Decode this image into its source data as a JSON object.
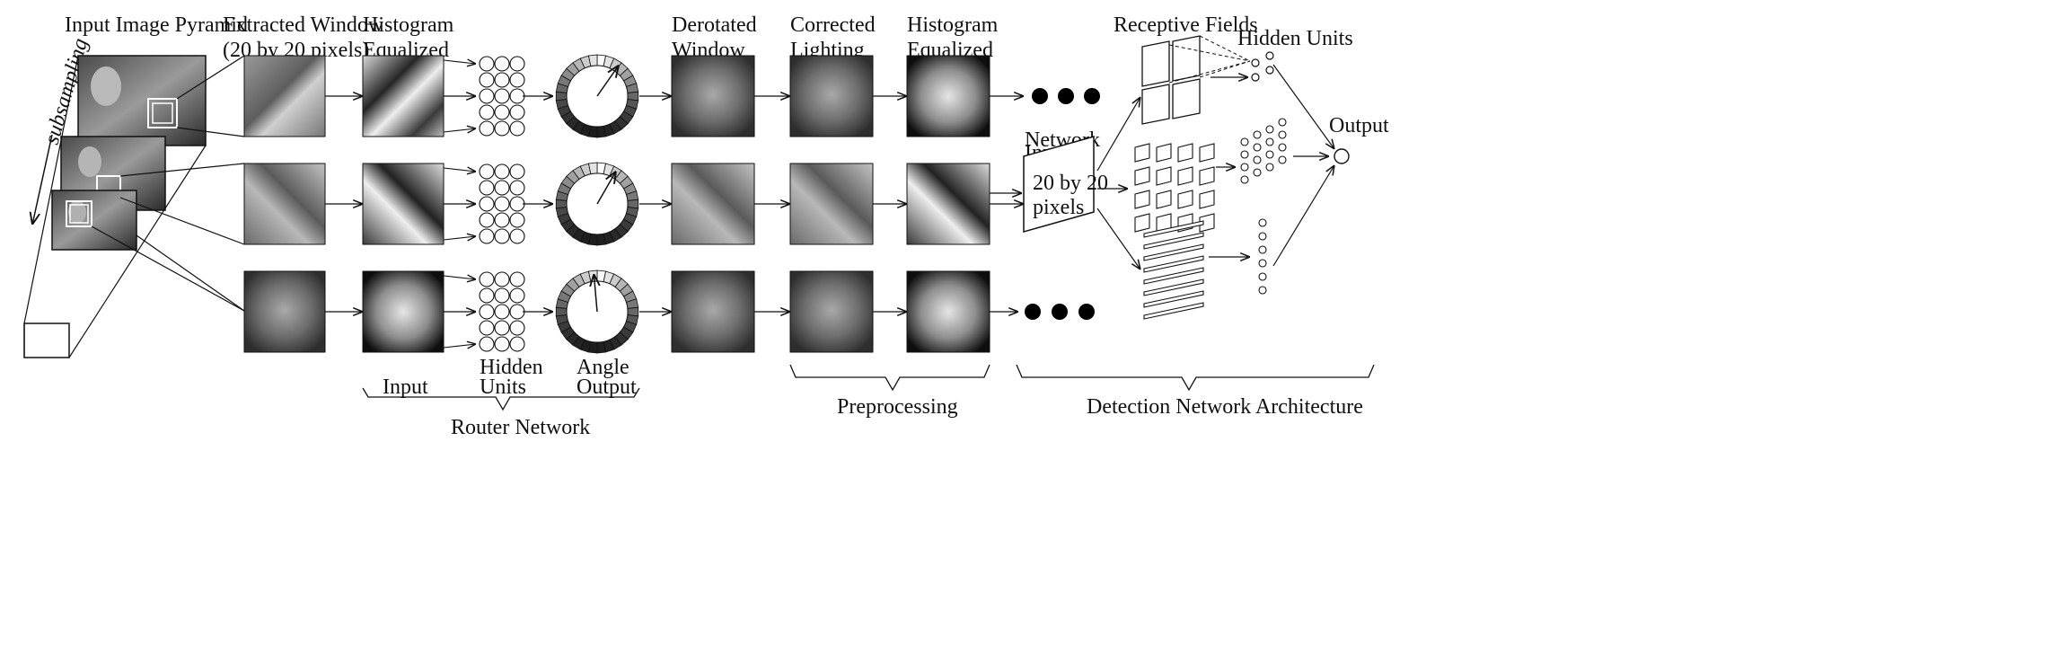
{
  "labels": {
    "input_pyramid": "Input Image Pyramid",
    "subsampling": "subsampling",
    "extracted_window_1": "Extracted Window",
    "extracted_window_2": "(20 by 20 pixels)",
    "hist_eq_a_1": "Histogram",
    "hist_eq_a_2": "Equalized",
    "derotated_1": "Derotated",
    "derotated_2": "Window",
    "corrected_1": "Corrected",
    "corrected_2": "Lighting",
    "hist_eq_b_1": "Histogram",
    "hist_eq_b_2": "Equalized",
    "receptive_fields": "Receptive Fields",
    "hidden_units_top": "Hidden Units",
    "output": "Output",
    "network_input_1": "Network",
    "network_input_2": "Input",
    "net_box_1": "20 by 20",
    "net_box_2": "pixels",
    "input": "Input",
    "hidden_units_1": "Hidden",
    "hidden_units_2": "Units",
    "angle_output_1": "Angle",
    "angle_output_2": "Output",
    "router_network": "Router Network",
    "preprocessing": "Preprocessing",
    "detection_network": "Detection Network Architecture"
  },
  "colors": {
    "ink": "#111111",
    "photo_dark": "#3a3a3a",
    "photo_mid": "#8a8a8a",
    "photo_light": "#cfcfcf"
  }
}
